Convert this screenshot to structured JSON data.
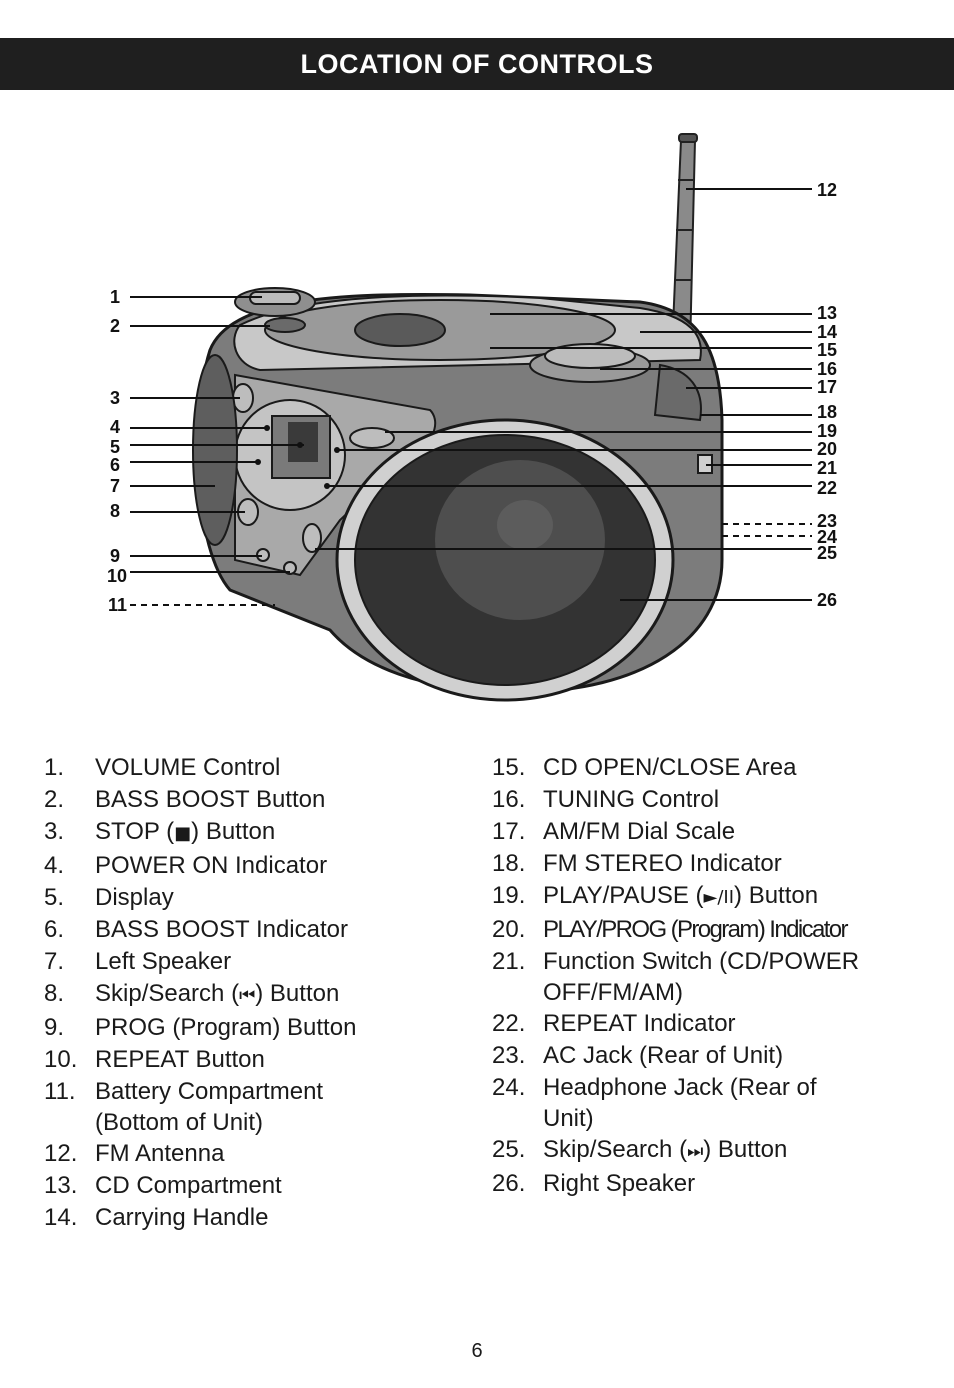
{
  "header": {
    "title": "LOCATION OF CONTROLS"
  },
  "diagram": {
    "callouts_left": [
      "1",
      "2",
      "3",
      "4",
      "5",
      "6",
      "7",
      "8",
      "9",
      "10",
      "11"
    ],
    "callouts_right": [
      "12",
      "13",
      "14",
      "15",
      "16",
      "17",
      "18",
      "19",
      "20",
      "21",
      "22",
      "23",
      "24",
      "25",
      "26"
    ]
  },
  "controls": {
    "left": [
      {
        "num": "1.",
        "text": "VOLUME Control"
      },
      {
        "num": "2.",
        "text": "BASS BOOST Button"
      },
      {
        "num": "3.",
        "pre": "STOP (",
        "icon": "stop-icon",
        "symbol": "■",
        "post": ") Button"
      },
      {
        "num": "4.",
        "text": "POWER ON Indicator"
      },
      {
        "num": "5.",
        "text": "Display"
      },
      {
        "num": "6.",
        "text": "BASS BOOST Indicator"
      },
      {
        "num": "7.",
        "text": "Left Speaker"
      },
      {
        "num": "8.",
        "pre": "Skip/Search (",
        "icon": "skip-back-icon",
        "symbol": "⏮",
        "post": ") Button"
      },
      {
        "num": "9.",
        "text": "PROG (Program) Button"
      },
      {
        "num": "10.",
        "text": "REPEAT Button"
      },
      {
        "num": "11.",
        "line1": "Battery Compartment",
        "line2": "(Bottom of Unit)"
      },
      {
        "num": "12.",
        "text": "FM Antenna"
      },
      {
        "num": "13.",
        "text": "CD Compartment"
      },
      {
        "num": "14.",
        "text": "Carrying Handle"
      }
    ],
    "right": [
      {
        "num": "15.",
        "text": "CD OPEN/CLOSE Area"
      },
      {
        "num": "16.",
        "text": "TUNING Control"
      },
      {
        "num": "17.",
        "text": "AM/FM Dial Scale"
      },
      {
        "num": "18.",
        "text": "FM STEREO Indicator"
      },
      {
        "num": "19.",
        "pre": "PLAY/PAUSE (",
        "icon": "play-pause-icon",
        "symbol": "►/II",
        "post": ") Button"
      },
      {
        "num": "20.",
        "text": "PLAY/PROG (Program) Indicator"
      },
      {
        "num": "21.",
        "line1": "Function Switch (CD/POWER",
        "line2": "OFF/FM/AM)"
      },
      {
        "num": "22.",
        "text": "REPEAT Indicator"
      },
      {
        "num": "23.",
        "text": "AC Jack (Rear of Unit)"
      },
      {
        "num": "24.",
        "line1": "Headphone Jack (Rear of",
        "line2": "Unit)"
      },
      {
        "num": "25.",
        "pre": "Skip/Search (",
        "icon": "skip-forward-icon",
        "symbol": "⏭",
        "post": ") Button"
      },
      {
        "num": "26.",
        "text": "Right Speaker"
      }
    ]
  },
  "footer": {
    "page_number": "6"
  }
}
